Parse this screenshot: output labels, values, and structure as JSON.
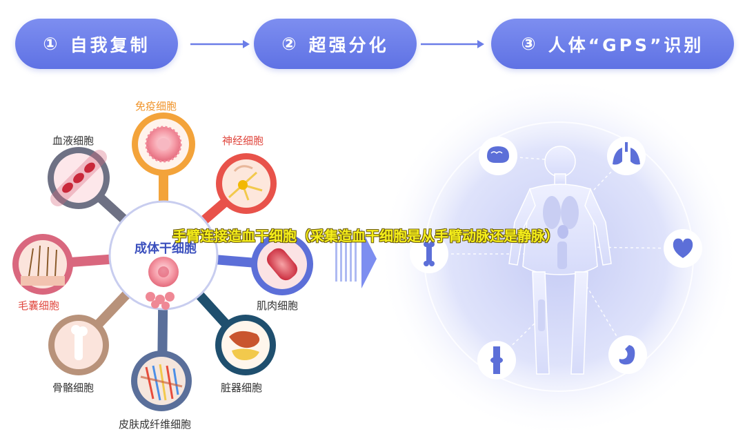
{
  "steps": [
    {
      "num": "①",
      "label": "自我复制"
    },
    {
      "num": "②",
      "label": "超强分化"
    },
    {
      "num": "③",
      "label": "人体“GPS”识别"
    }
  ],
  "center": {
    "label": "成体干细胞"
  },
  "cells": {
    "immune": "免疫细胞",
    "nerve": "神经细胞",
    "muscle": "肌肉细胞",
    "organ": "脏器细胞",
    "skin": "皮肤成纤维细胞",
    "bone": "骨骼细胞",
    "hair": "毛囊细胞",
    "blood": "血液细胞"
  },
  "caption": "手臂连接造血干细胞（采集造血干细胞是从手臂动脉还是静脉）",
  "organ_icons": [
    "brain-icon",
    "lungs-icon",
    "heart-icon",
    "stomach-icon",
    "knee-joint-icon",
    "bone-icon"
  ],
  "colors": {
    "step_blue": "#6b7de8",
    "immune": "#f3a33a",
    "nerve": "#e8524a",
    "muscle": "#5c6fd8",
    "organ": "#1f4f6e",
    "skin": "#5a6f9a",
    "bone": "#b8927a",
    "hair": "#d9677e",
    "blood": "#6e7184",
    "caption": "#f6ef1a"
  }
}
